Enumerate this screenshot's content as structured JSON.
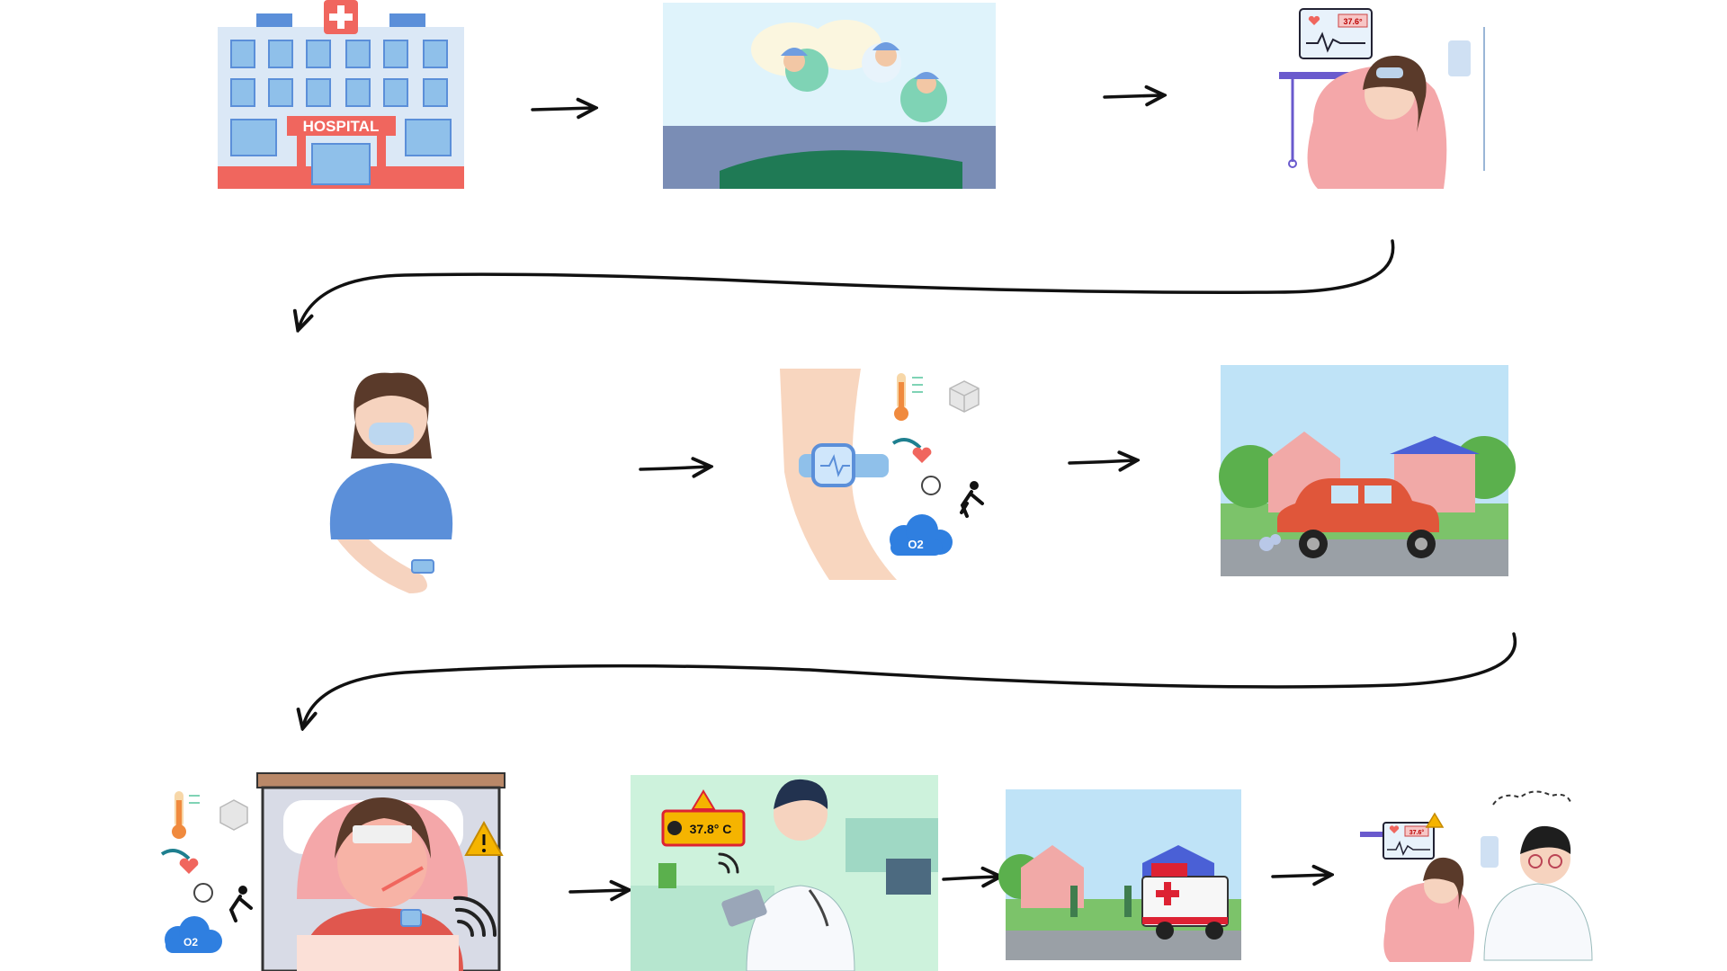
{
  "hospital": {
    "sign_text": "HOSPITAL",
    "icon": "red-cross-icon"
  },
  "icu": {
    "monitor_temp": "37.6°"
  },
  "alert_tablet": {
    "temp_alert": "37.8° C"
  },
  "final_icu": {
    "monitor_temp": "37.6°"
  },
  "sensors": {
    "temperature": "thermometer-icon",
    "glucose": "sugar-cube-icon",
    "blood_pressure": "blood-pressure-icon",
    "fall": "fall-detection-icon",
    "oxygen": "oxygen-cloud-icon",
    "oxygen_text": "O2"
  },
  "colors": {
    "hospital_red": "#f0665e",
    "hospital_blue": "#6aa8dd",
    "surgery_green": "#7fd3b5",
    "blanket_pink": "#f4a7a9",
    "shirt_blue": "#5b8fd9",
    "alert_orange": "#f59e0b",
    "car_red": "#e0563a"
  }
}
